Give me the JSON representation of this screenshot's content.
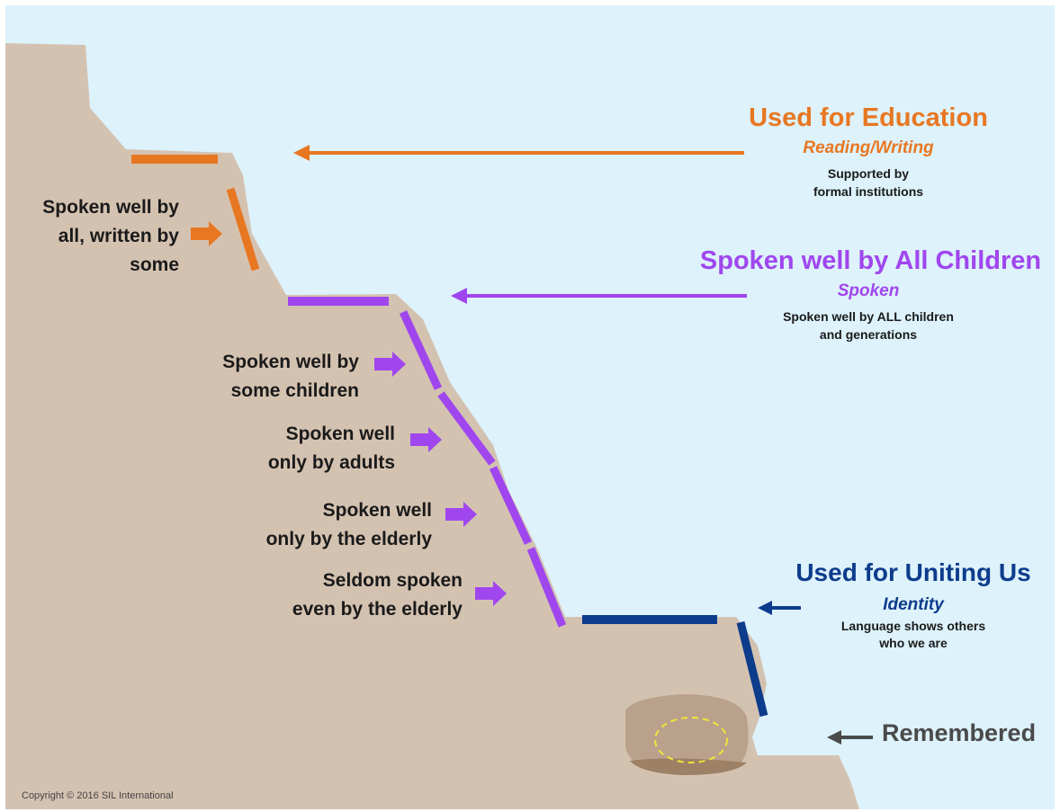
{
  "colors": {
    "sky": "#ddf2fb",
    "cliff": "#d4c2b1",
    "cave": "#b9a18b",
    "cave_shadow": "#9d8166",
    "orange": "#e87722",
    "purple": "#a046ee",
    "navy": "#0d3c8c",
    "gray": "#4a4a4a",
    "text": "#1a1a1a",
    "yellow": "#f2e43a"
  },
  "levels": {
    "education": {
      "title": "Used for Education",
      "subtitle": "Reading/Writing",
      "desc_line1": "Supported by",
      "desc_line2": "formal institutions"
    },
    "children": {
      "title": "Spoken well by All Children",
      "subtitle": "Spoken",
      "desc_line1": "Spoken well by ALL children",
      "desc_line2": "and generations"
    },
    "identity": {
      "title": "Used for Uniting Us",
      "subtitle": "Identity",
      "desc_line1": "Language shows others",
      "desc_line2": "who we are"
    },
    "remembered": {
      "title": "Remembered"
    }
  },
  "slope_labels": {
    "written": {
      "line1": "Spoken well by",
      "line2": "all, written by",
      "line3": "some"
    },
    "some_children": {
      "line1": "Spoken well by",
      "line2": "some children"
    },
    "adults": {
      "line1": "Spoken well",
      "line2": "only by adults"
    },
    "elderly": {
      "line1": "Spoken well",
      "line2": "only by the elderly"
    },
    "seldom": {
      "line1": "Seldom spoken",
      "line2": "even by the elderly"
    }
  },
  "copyright": "Copyright © 2016 SIL International"
}
